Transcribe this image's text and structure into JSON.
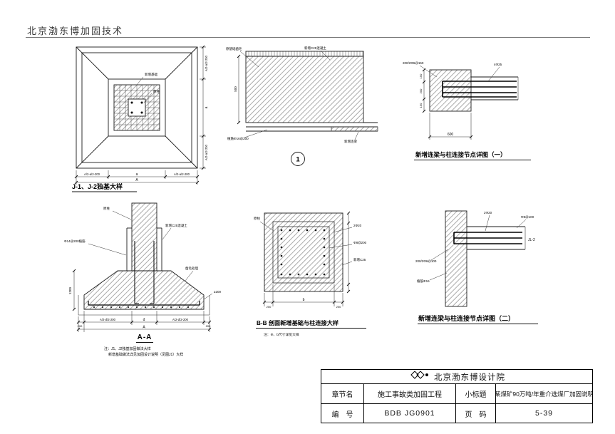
{
  "header": {
    "company": "北京渤东博加固技术"
  },
  "plan": {
    "title": "J-1、J-2独基大样",
    "callout_new": "新增基础",
    "callout_col": "原柱",
    "dim_h_left": "A/2-a/2-200",
    "dim_h_mid": "a",
    "dim_h_right": "A/2-a/2-200",
    "dim_h_total": "A",
    "dim_v_top": "A/2-a/2-200",
    "dim_v_mid": "a",
    "dim_v_bottom": "A/2-a/2-200"
  },
  "section1": {
    "balloon": "1",
    "callout_top": "原基础凿毛",
    "callout_top2": "新增C25混凝土",
    "callout_bottom": "植筋Φ16@200",
    "callout_beam": "新增连梁",
    "dim_v": "500"
  },
  "detail1": {
    "title": "新增连梁与柱连接节点详图（一）",
    "callout_left": "200/2Φ6@150",
    "callout_right": "4Φ25",
    "dim_bottom": "600",
    "dim_v1": "150",
    "dim_v2": "200",
    "dim_v3": "150"
  },
  "sectionAA": {
    "title": "A-A",
    "note1": "注：J1、J2独基加固做法大样",
    "note2": "新增基础做法详见加固设计说明（见图J1）大样",
    "dim_left": "200",
    "dim_seg1": "A/2-d/2-200",
    "dim_mid": "d",
    "dim_seg2": "A/2-d/2-200",
    "dim_right": "200",
    "dim_total": "A",
    "dim_height": "1200",
    "dim_edge": "≥200",
    "callout_col": "原柱",
    "callout_concrete": "新增C25混凝土",
    "callout_rebar": "Φ14@200植筋",
    "callout_rough": "凿毛处理"
  },
  "sectionBB": {
    "title": "B-B 剖面新增基础与柱连接大样",
    "note": "注：Φ、b尺寸详见大样",
    "dim_left": "200",
    "dim_mid": "b",
    "dim_right": "200",
    "callout1": "2Φ20",
    "callout2": "Φ8@200",
    "callout3": "新增C25",
    "callout_col": "原柱"
  },
  "detail2": {
    "title": "新增连梁与柱连接节点详图（二）",
    "callout_left": "200/2Φ6@100",
    "callout_top": "2Φ20",
    "callout_right": "Φ8@100",
    "callout_bottom": "植筋Φ16",
    "beam_label": "JL-2"
  },
  "titleblock": {
    "institute": "北京渤东博设计院",
    "row1": {
      "k1": "章节名",
      "v1": "施工事故类加固工程",
      "k2": "小标题",
      "v2": "某煤矿90万吨/年重介选煤厂加固说明"
    },
    "row2": {
      "k1": "编　号",
      "v1": "BDB JG0901",
      "k2": "页　码",
      "v2": "5-39"
    }
  }
}
